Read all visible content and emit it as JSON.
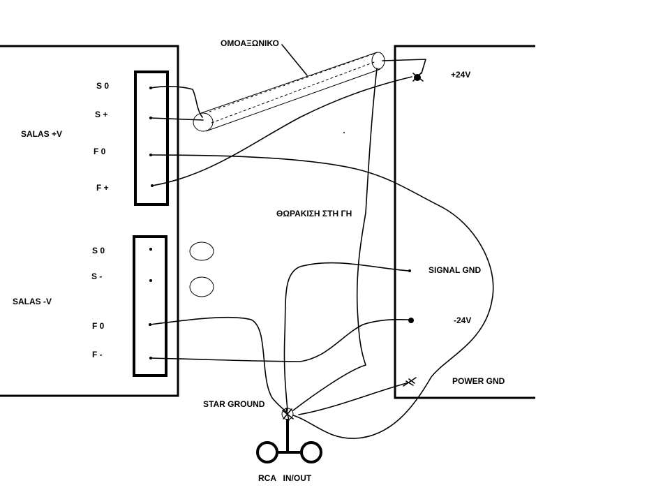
{
  "labels": {
    "coax": "ΟΜΟΑΞΩΝΙΚΟ",
    "salas_pos": "SALAS +V",
    "salas_neg": "SALAS -V",
    "s0_top": "S 0",
    "s_plus": "S +",
    "f0_top": "F 0",
    "f_plus": "F +",
    "s0_bottom": "S 0",
    "s_minus": "S -",
    "f0_bottom": "F 0",
    "f_minus": "F -",
    "plus24": "+24V",
    "minus24": "-24V",
    "signal_gnd": "SIGNAL GND",
    "power_gnd": "POWER GND",
    "shield": "ΘΩΡΑΚΙΣΗ ΣΤΗ ΓΗ",
    "star_ground": "STAR GROUND",
    "rca": "RCA   IN/OUT"
  },
  "colors": {
    "ink": "#000000",
    "paper": "#ffffff"
  }
}
